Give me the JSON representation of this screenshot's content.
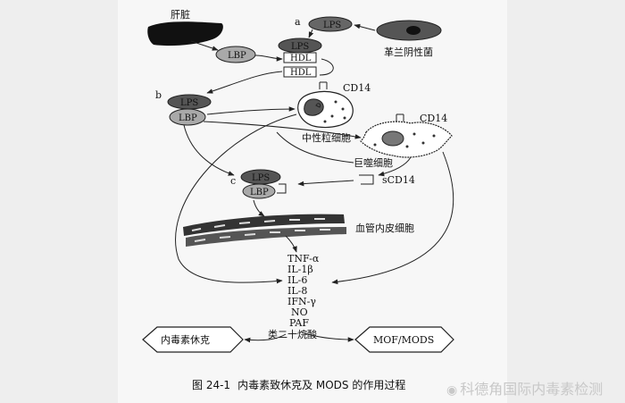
{
  "diagram": {
    "step_labels": {
      "a": "a",
      "b": "b",
      "c": "c"
    },
    "liver": "肝脏",
    "bacteria": "革兰阴性菌",
    "lps": "LPS",
    "lbp": "LBP",
    "hdl": "HDL",
    "cd14": "CD14",
    "neutrophil": "中性粒细胞",
    "macrophage": "巨噬细胞",
    "scd14": "sCD14",
    "endothelium": "血管内皮细胞",
    "mediators": [
      "TNF-α",
      "IL-1β",
      "IL-6",
      "IL-8",
      "IFN-γ",
      "NO",
      "PAF",
      "类二十烷酸"
    ],
    "outcome_left": "内毒素休克",
    "outcome_right": "MOF/MODS"
  },
  "caption": {
    "number": "图 24-1",
    "text": "内毒素致休克及 MODS 的作用过程"
  },
  "watermark": {
    "text": "科德角国际内毒素检测"
  },
  "colors": {
    "lps": "#555555",
    "lbp": "#a9a9a9",
    "liver": "#111111"
  }
}
